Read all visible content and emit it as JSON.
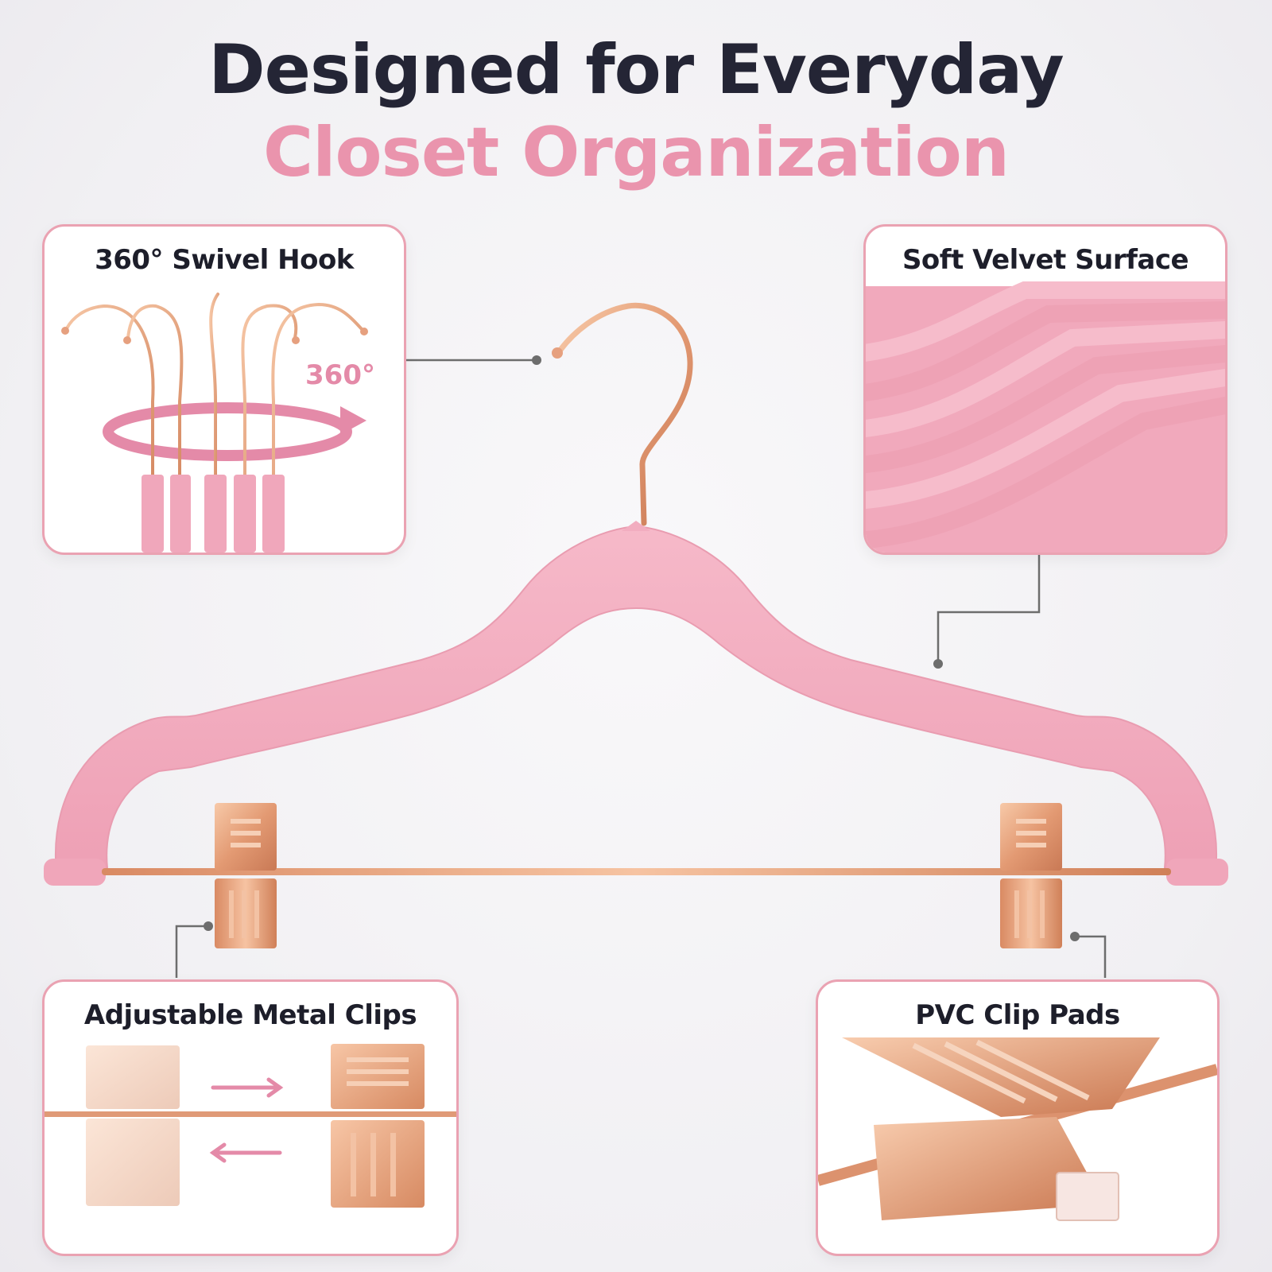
{
  "headline": {
    "line1": "Designed for Everyday",
    "line2": "Closet Organization"
  },
  "features": {
    "swivel_hook": {
      "title": "360° Swivel Hook",
      "badge": "360°"
    },
    "velvet_surface": {
      "title": "Soft Velvet Surface"
    },
    "metal_clips": {
      "title": "Adjustable Metal Clips"
    },
    "clip_pads": {
      "title": "PVC Clip Pads"
    }
  },
  "colors": {
    "heading_dark": "#242535",
    "heading_pink": "#ea94ad",
    "card_border": "#eaa2b2",
    "velvet_pink": "#f2adc0",
    "rose_gold": "#e8a07d",
    "callout_line": "#6a6a6a"
  }
}
